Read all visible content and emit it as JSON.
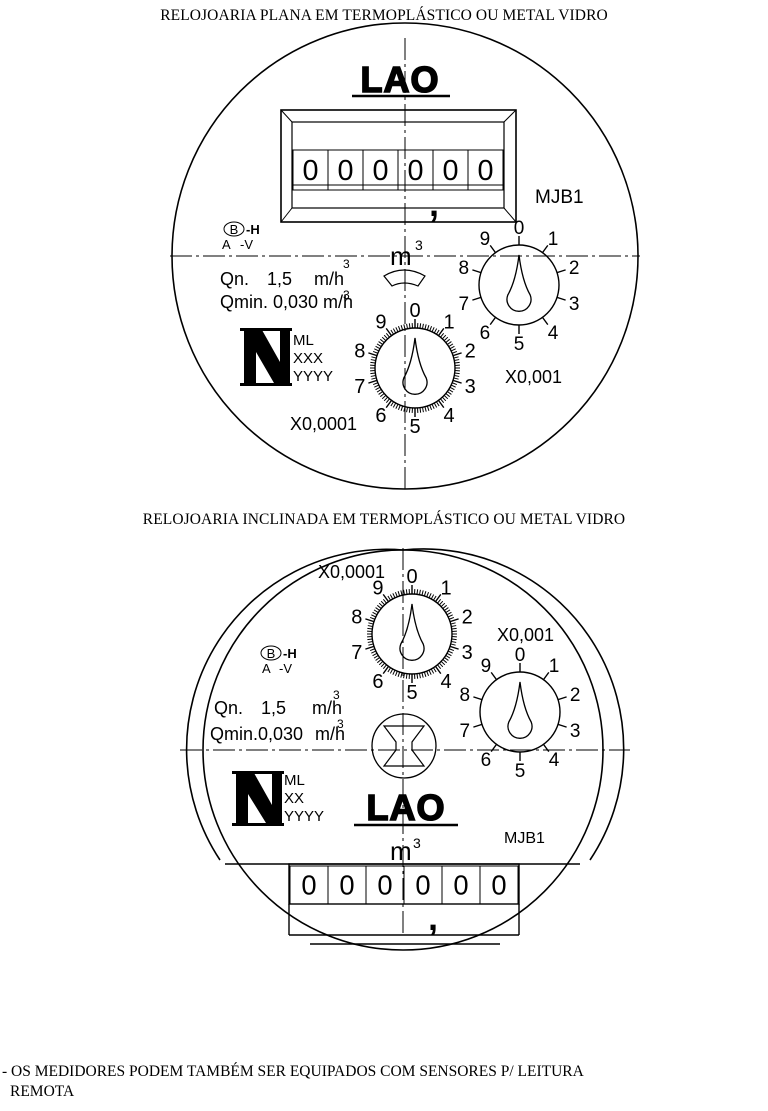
{
  "titles": {
    "top": "RELOJOARIA PLANA EM TERMOPLÁSTICO OU METAL VIDRO",
    "bottom": "RELOJOARIA INCLINADA EM TERMOPLÁSTICO OU METAL VIDRO"
  },
  "dial_top": {
    "brand": "LAO",
    "model": "MJB1",
    "class_b": "B",
    "class_h": "-H",
    "class_a": "A",
    "class_v": "-V",
    "unit": "m",
    "unit_exp": "3",
    "qn_label": "Qn.",
    "qn_value": "1,5",
    "qn_unit": "m/h",
    "qn_unit_exp": "3",
    "qmin_label": "Qmin. 0,030",
    "qmin_unit": "m/h",
    "qmin_unit_exp": "3",
    "inmetro_ml": "ML",
    "inmetro_x": "XXX",
    "inmetro_y": "YYYY",
    "comma": ",",
    "register_digits": [
      "0",
      "0",
      "0",
      "0",
      "0",
      "0"
    ],
    "dial_small_label": "X0,0001",
    "dial_big_label": "X0,001"
  },
  "dial_bottom": {
    "brand": "LAO",
    "model": "MJB1",
    "class_b": "B",
    "class_h": "-H",
    "class_a": "A",
    "class_v": "-V",
    "unit": "m",
    "unit_exp": "3",
    "qn_label": "Qn.",
    "qn_value": "1,5",
    "qn_unit": "m/h",
    "qn_unit_exp": "3",
    "qmin_label": "Qmin.0,030",
    "qmin_unit": "m/h",
    "qmin_unit_exp": "3",
    "inmetro_ml": "ML",
    "inmetro_x": "XX",
    "inmetro_y": "YYYY",
    "comma": ",",
    "register_digits": [
      "0",
      "0",
      "0",
      "0",
      "0",
      "0"
    ],
    "dial_small_label": "X0,0001",
    "dial_big_label": "X0,001"
  },
  "dial_numbers": [
    "0",
    "1",
    "2",
    "3",
    "4",
    "5",
    "6",
    "7",
    "8",
    "9"
  ],
  "note": {
    "line1": "- OS MEDIDORES PODEM TAMBÉM SER EQUIPADOS COM SENSORES P/ LEITURA",
    "line2": "REMOTA"
  }
}
